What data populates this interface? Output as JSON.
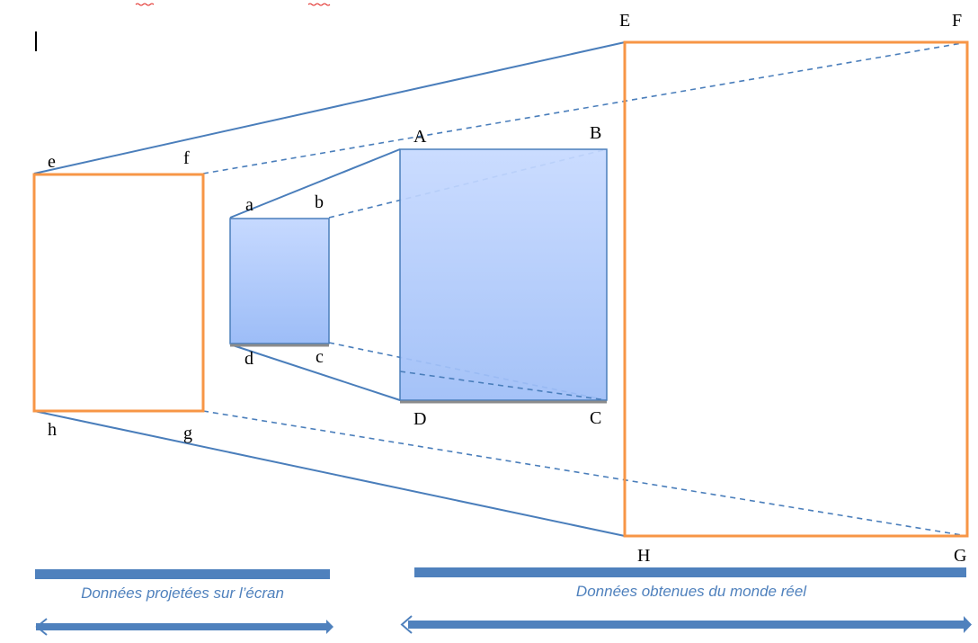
{
  "labels": {
    "e": "e",
    "f": "f",
    "g": "g",
    "h": "h",
    "a": "a",
    "b": "b",
    "c": "c",
    "d": "d",
    "A": "A",
    "B": "B",
    "C": "C",
    "D": "D",
    "E": "E",
    "F": "F",
    "G": "G",
    "H": "H"
  },
  "captions": {
    "left": "Données projetées sur l’écran",
    "right": "Données obtenues du monde réel"
  },
  "colors": {
    "frame": "#f79646",
    "line": "#4a7ebb",
    "bar": "#4f81bd",
    "fill_top": "#c6d9ff",
    "fill_bottom": "#9dbdf7",
    "shadow": "#8c8c8c"
  }
}
